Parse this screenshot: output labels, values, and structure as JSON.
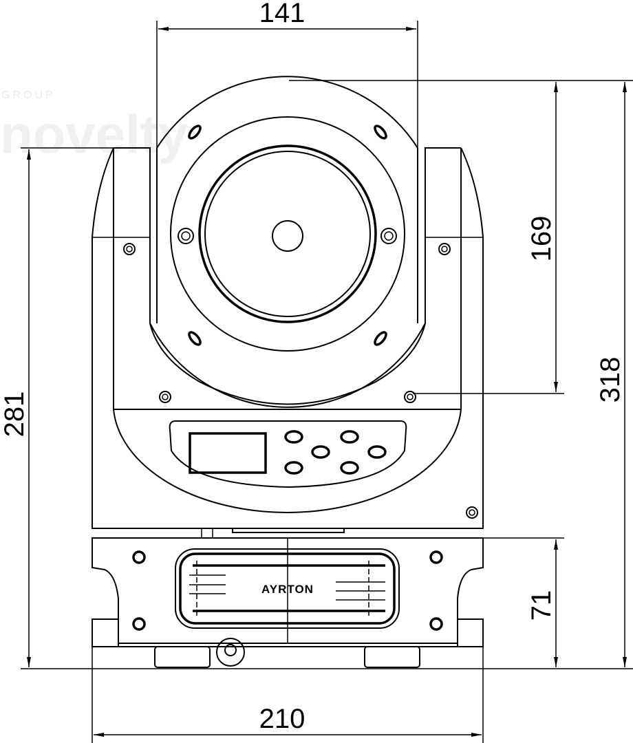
{
  "watermark": {
    "group": "GROUP",
    "brand": "novelty"
  },
  "fixture": {
    "logo": "AYRTON"
  },
  "dimensions": {
    "width_head": "141",
    "height_total": "318",
    "height_head": "169",
    "height_left": "281",
    "height_base": "71",
    "width_base": "210"
  }
}
